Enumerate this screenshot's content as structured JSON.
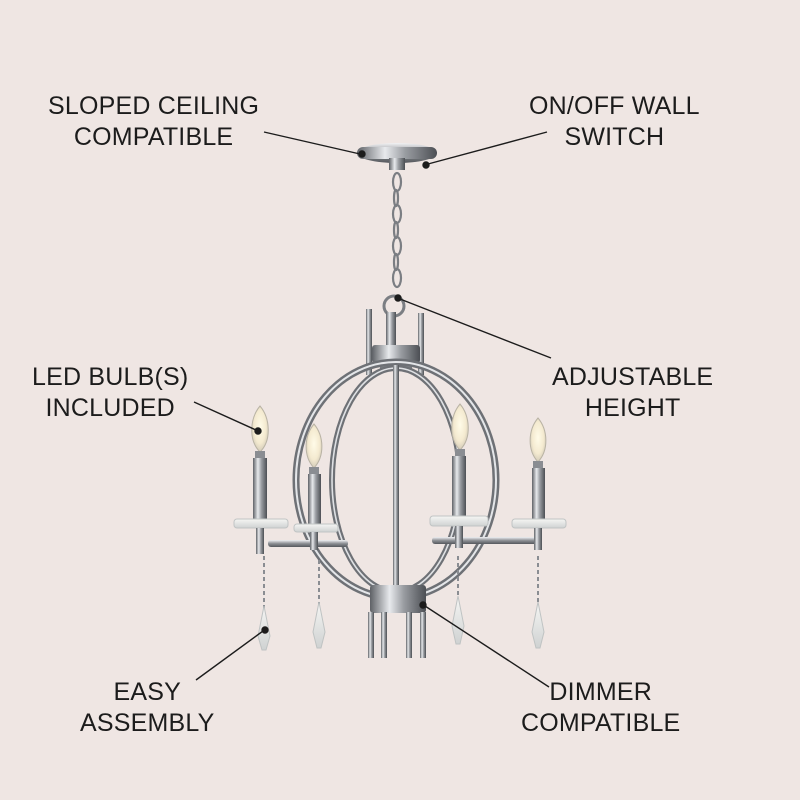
{
  "labels": {
    "sloped_ceiling": {
      "line1": "SLOPED CEILING",
      "line2": "COMPATIBLE"
    },
    "wall_switch": {
      "line1": "ON/OFF WALL",
      "line2": "SWITCH"
    },
    "led_bulbs": {
      "line1": "LED BULB(S)",
      "line2": "INCLUDED"
    },
    "adjustable_height": {
      "line1": "ADJUSTABLE",
      "line2": "HEIGHT"
    },
    "easy_assembly": {
      "line1": "EASY",
      "line2": "ASSEMBLY"
    },
    "dimmer": {
      "line1": "DIMMER",
      "line2": "COMPATIBLE"
    }
  },
  "colors": {
    "background": "#efe6e3",
    "text": "#1c1c1c",
    "leader_line": "#1c1c1c",
    "chrome": "#8e9196"
  }
}
